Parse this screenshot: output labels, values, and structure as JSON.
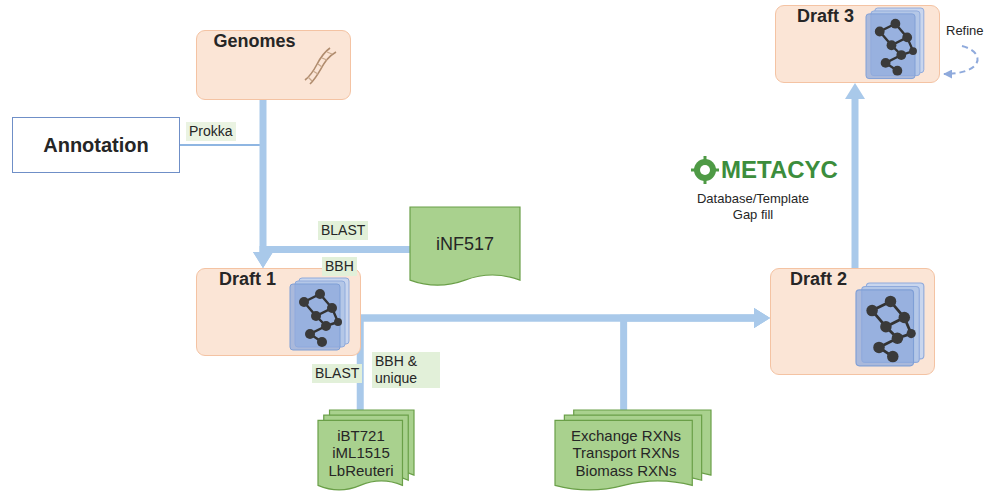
{
  "diagram": {
    "nodes": [
      {
        "text": [
          "Genomes"
        ]
      },
      {
        "text": [
          "Draft 3"
        ]
      },
      {
        "text": [
          "Annotation"
        ]
      },
      {
        "text": [
          "iNF517"
        ]
      },
      {
        "text": [
          "Draft 1"
        ]
      },
      {
        "text": [
          "Draft 2"
        ]
      },
      {
        "text": [
          "iBT721 iML1515 LbReuteri"
        ]
      },
      {
        "text": [
          "Exchange RXNs Transport RXNs Biomass RXNs"
        ]
      }
    ],
    "edges": [
      {
        "from": 0,
        "to": 4,
        "arrow": "to"
      },
      {
        "from": 2,
        "to": 4,
        "label": "Prokka",
        "arrow": "to"
      },
      {
        "from": 3,
        "to": 4,
        "label": "BLAST",
        "arrow": "to"
      },
      {
        "from": 4,
        "to": 5,
        "arrow": "to"
      },
      {
        "from": 6,
        "to": 5,
        "label": "BLAST",
        "arrow": "to"
      },
      {
        "from": 7,
        "to": 5,
        "arrow": "to"
      },
      {
        "from": 5,
        "to": 1,
        "arrow": "to"
      }
    ],
    "labels": [
      "BBH",
      "BBH & unique",
      "METACYC",
      "Database/Template Gap fill",
      "Refine"
    ]
  }
}
